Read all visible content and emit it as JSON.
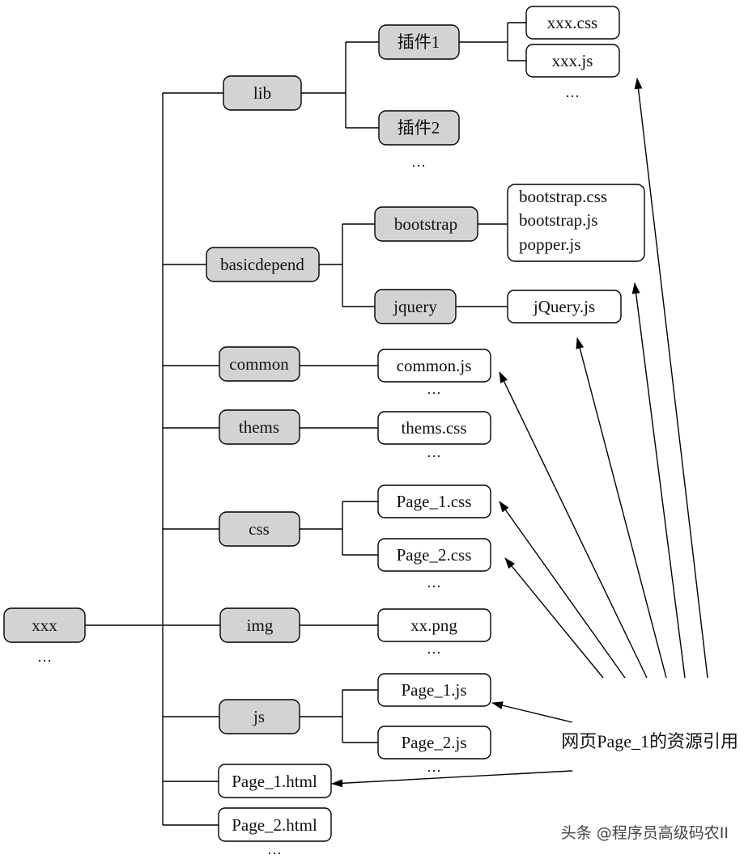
{
  "colors": {
    "folder_fill": "#d3d3d3",
    "file_fill": "#ffffff",
    "stroke": "#000000"
  },
  "root": {
    "label": "xxx",
    "ellipsis": "…"
  },
  "folders": {
    "lib": "lib",
    "plugin1": "插件1",
    "plugin2": "插件2",
    "basicdepend": "basicdepend",
    "bootstrap": "bootstrap",
    "jquery": "jquery",
    "common": "common",
    "thems": "thems",
    "css": "css",
    "img": "img",
    "js": "js"
  },
  "files": {
    "xxx_css": "xxx.css",
    "xxx_js": "xxx.js",
    "bootstrap_files": [
      "bootstrap.css",
      "bootstrap.js",
      "popper.js"
    ],
    "jquery_js": "jQuery.js",
    "common_js": "common.js",
    "thems_css": "thems.css",
    "page1_css": "Page_1.css",
    "page2_css": "Page_2.css",
    "xx_png": "xx.png",
    "page1_js": "Page_1.js",
    "page2_js": "Page_2.js",
    "page1_html": "Page_1.html",
    "page2_html": "Page_2.html"
  },
  "ellipsis": "…",
  "annotation": "网页Page_1的资源引用",
  "watermark": "头条 @程序员高级码农II"
}
